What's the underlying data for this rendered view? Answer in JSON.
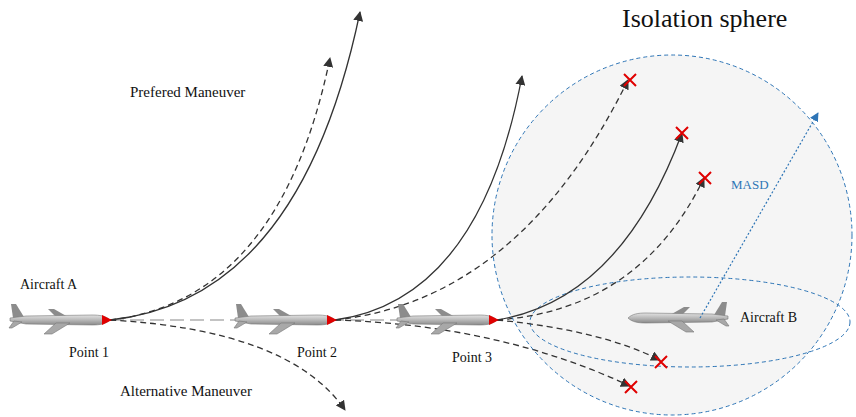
{
  "diagram": {
    "nodes": [
      {
        "text": [
          "Isolation sphere",
          "MASD",
          "Aircraft B"
        ]
      }
    ],
    "labels": [
      "Prefered Maneuver",
      "Aircraft A",
      "Point 1",
      "Point 2",
      "Point 3",
      "Alternative Maneuver"
    ]
  }
}
